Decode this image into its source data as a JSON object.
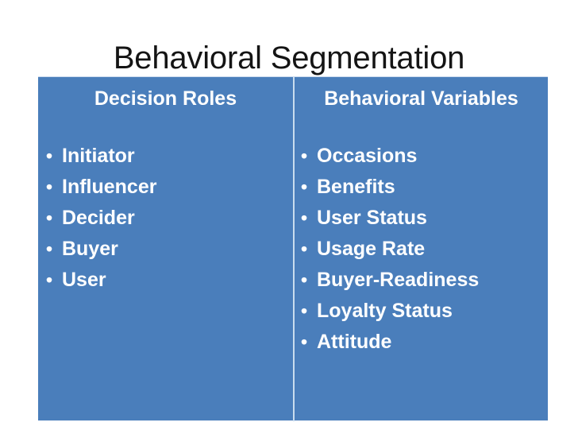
{
  "slide": {
    "title": "Behavioral Segmentation",
    "background_color": "#ffffff",
    "panel_color": "#4a7ebb",
    "text_color": "#ffffff",
    "divider_color": "#c9dcee",
    "bullet_glyph": "•"
  },
  "table": {
    "columns": [
      {
        "header": "Decision Roles",
        "items": [
          "Initiator",
          "Influencer",
          "Decider",
          "Buyer",
          "User"
        ]
      },
      {
        "header": "Behavioral Variables",
        "items": [
          "Occasions",
          "Benefits",
          "User Status",
          "Usage Rate",
          "Buyer-Readiness",
          "Loyalty Status",
          "Attitude"
        ]
      }
    ]
  }
}
